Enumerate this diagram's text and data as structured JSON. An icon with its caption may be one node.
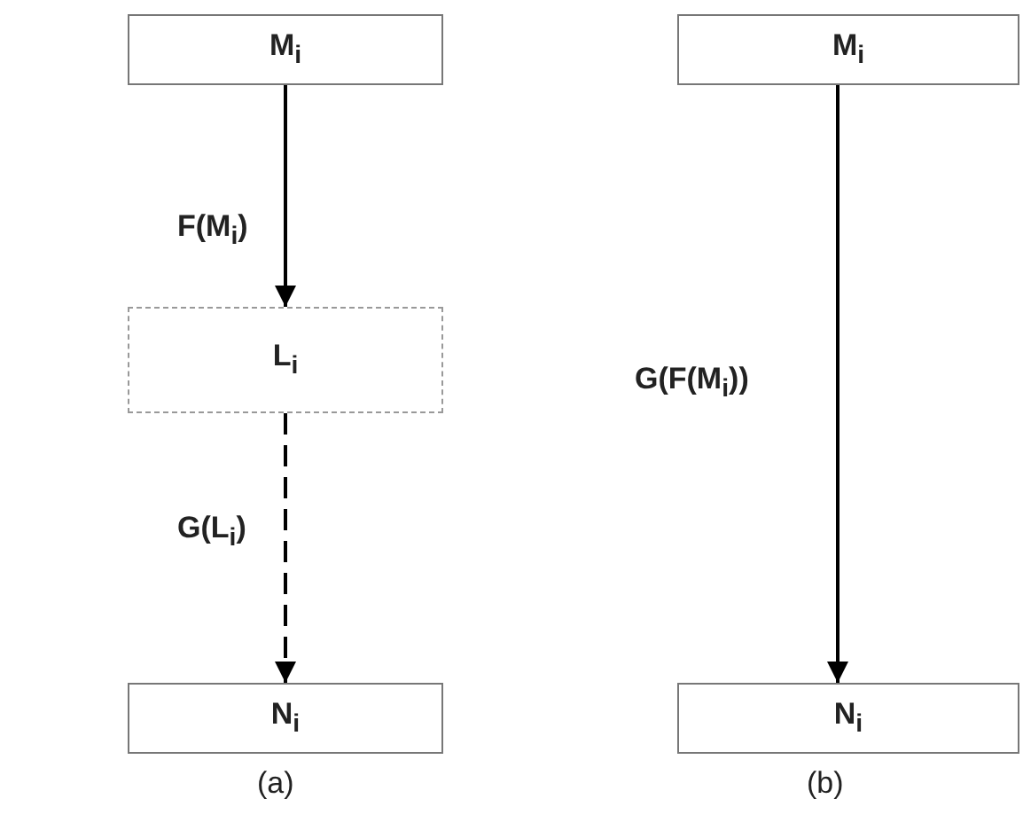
{
  "diagram": {
    "nodes": [
      {
        "text": [
          "M$_{i}$"
        ]
      },
      {
        "text": [
          "L$_{i}$"
        ]
      },
      {
        "text": [
          "N$_{i}$"
        ]
      },
      {
        "text": [
          "M$_{i}$"
        ]
      },
      {
        "text": [
          "N$_{i}$"
        ]
      }
    ],
    "edges": [
      {
        "from": 0,
        "to": 1,
        "arrow": "to",
        "label": "F(M$_{i}$)"
      },
      {
        "from": 1,
        "to": 2,
        "arrow": "to",
        "label": "G(L$_{i}$)",
        "style": "dashed"
      },
      {
        "from": 3,
        "to": 4,
        "arrow": "to",
        "label": "G(F(M$_{i}$))"
      }
    ],
    "labels": [
      "(a)",
      "(b)"
    ]
  }
}
